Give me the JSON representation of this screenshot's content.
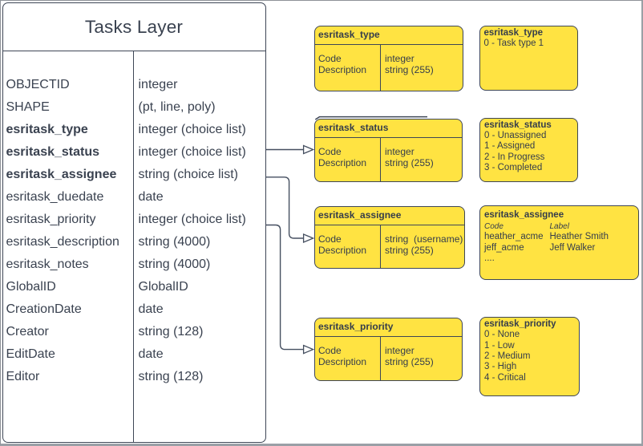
{
  "diagram": {
    "tasks_layer": {
      "title": "Tasks Layer",
      "fields": [
        {
          "name": "OBJECTID",
          "type": "integer",
          "bold": false
        },
        {
          "name": "SHAPE",
          "type": "(pt, line, poly)",
          "bold": false
        },
        {
          "name": "esritask_type",
          "type": "integer (choice list)",
          "bold": true
        },
        {
          "name": "esritask_status",
          "type": "integer (choice list)",
          "bold": true
        },
        {
          "name": "esritask_assignee",
          "type": "string (choice list)",
          "bold": true
        },
        {
          "name": "esritask_duedate",
          "type": "date",
          "bold": false
        },
        {
          "name": "esritask_priority",
          "type": "integer (choice list)",
          "bold": false
        },
        {
          "name": "esritask_description",
          "type": "string (4000)",
          "bold": false
        },
        {
          "name": "esritask_notes",
          "type": "string (4000)",
          "bold": false
        },
        {
          "name": "GlobalID",
          "type": "GlobalID",
          "bold": false
        },
        {
          "name": "CreationDate",
          "type": "date",
          "bold": false
        },
        {
          "name": "Creator",
          "type": "string (128)",
          "bold": false
        },
        {
          "name": "EditDate",
          "type": "date",
          "bold": false
        },
        {
          "name": "Editor",
          "type": "string (128)",
          "bold": false
        }
      ]
    },
    "domain_tables": [
      {
        "title": "esritask_type",
        "rows": [
          {
            "field": "Code",
            "type": "integer"
          },
          {
            "field": "Description",
            "type": "string (255)"
          }
        ]
      },
      {
        "title": "esritask_status",
        "rows": [
          {
            "field": "Code",
            "type": "integer"
          },
          {
            "field": "Description",
            "type": "string (255)"
          }
        ]
      },
      {
        "title": "esritask_assignee",
        "rows": [
          {
            "field": "Code",
            "type": "string  (username)"
          },
          {
            "field": "Description",
            "type": "string (255)"
          }
        ]
      },
      {
        "title": "esritask_priority",
        "rows": [
          {
            "field": "Code",
            "type": "integer"
          },
          {
            "field": "Description",
            "type": "string (255)"
          }
        ]
      }
    ],
    "value_lists": [
      {
        "title": "esritask_type",
        "items": [
          "0 - Task type 1"
        ]
      },
      {
        "title": "esritask_status",
        "items": [
          "0 - Unassigned",
          "1 - Assigned",
          "2 - In Progress",
          "3 - Completed"
        ]
      },
      {
        "title": "esritask_assignee",
        "columns": {
          "code": "Code",
          "label": "Label"
        },
        "entries": [
          {
            "code": "heather_acme",
            "label": "Heather Smith"
          },
          {
            "code": "jeff_acme",
            "label": "Jeff Walker"
          },
          {
            "code": "....",
            "label": ""
          }
        ]
      },
      {
        "title": "esritask_priority",
        "items": [
          "0 - None",
          "1 - Low",
          "2 - Medium",
          "3 - High",
          "4 - Critical"
        ]
      }
    ],
    "colors": {
      "shape_fill": "#ffe342",
      "stroke": "#3e4656",
      "text": "#3a4250",
      "frame": "#9aa0a6"
    }
  }
}
